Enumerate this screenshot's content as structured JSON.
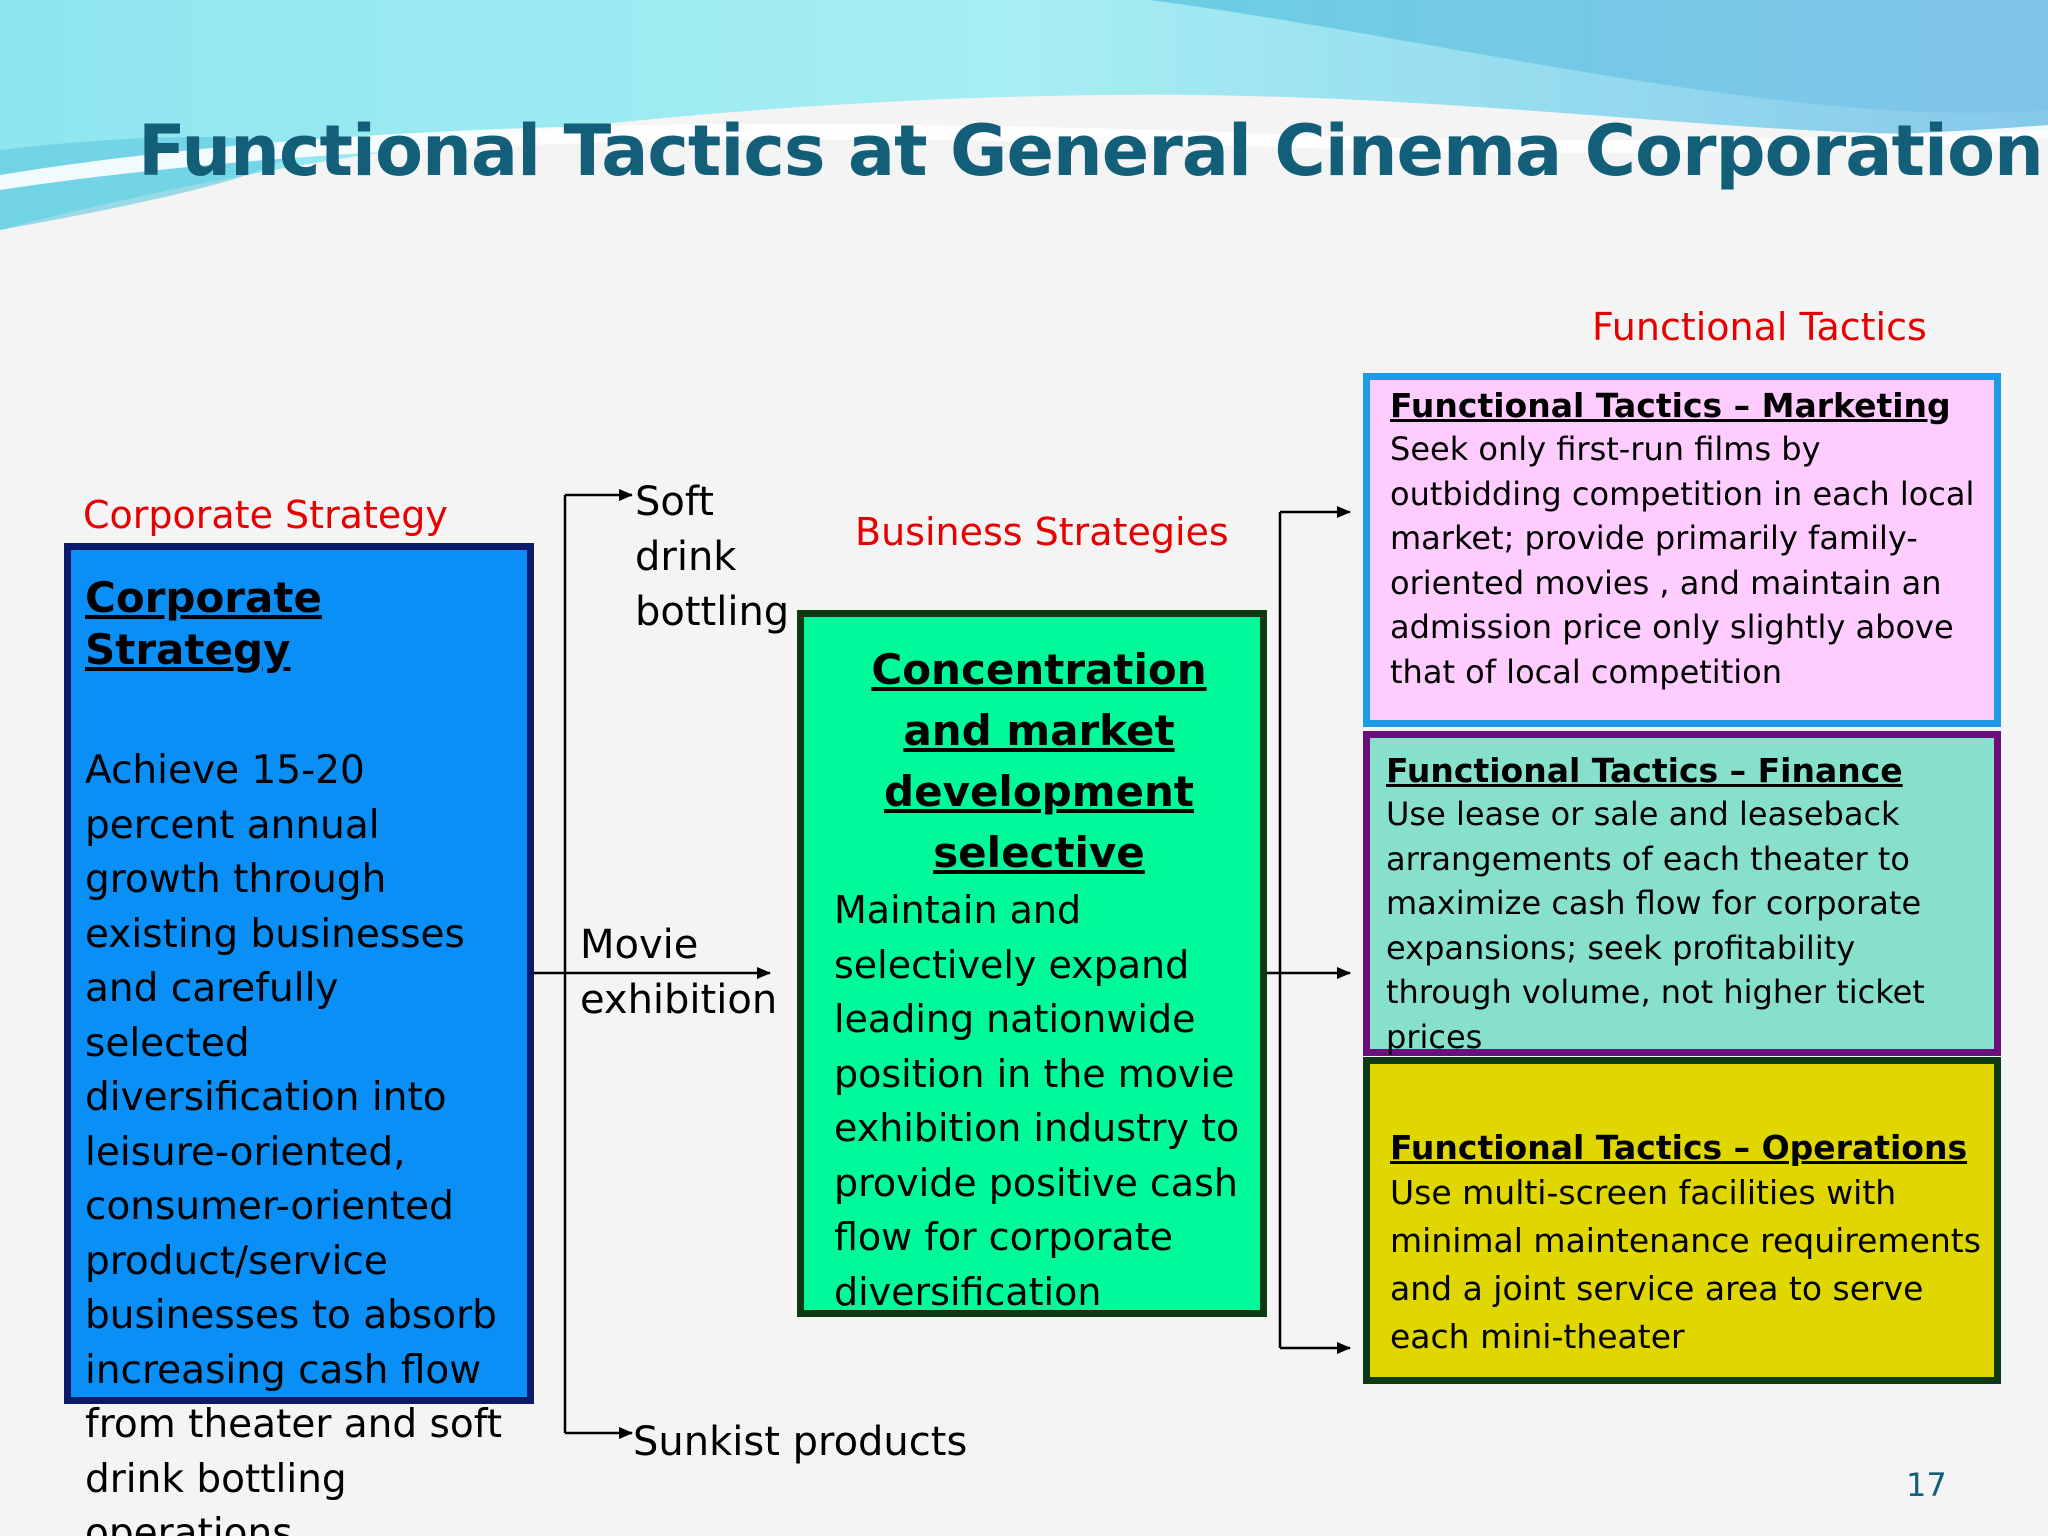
{
  "title": "Functional Tactics at General Cinema Corporation",
  "labels": {
    "corporate": "Corporate Strategy",
    "business": "Business Strategies",
    "functional": "Functional Tactics"
  },
  "corporate_box": {
    "heading": "Corporate Strategy",
    "body": "Achieve 15-20 percent annual growth through existing businesses and carefully selected diversification into leisure-oriented, consumer-oriented product/service businesses to absorb increasing cash flow from theater and soft drink bottling operations"
  },
  "branches": {
    "soft_drink": "Soft drink bottling",
    "movie": "Movie exhibition",
    "sunkist": "Sunkist products"
  },
  "business_box": {
    "heading": "Concentration and market development selective",
    "body": "Maintain and selectively expand leading nationwide position in the movie exhibition industry to provide positive cash flow for corporate diversification"
  },
  "marketing": {
    "heading": "Functional Tactics – Marketing",
    "body": "Seek only first-run films by outbidding competition in each local market; provide primarily family-oriented movies , and maintain an admission price only slightly above that of local competition"
  },
  "finance": {
    "heading": "Functional Tactics – Finance",
    "body": "Use lease or sale and leaseback arrangements of each theater to maximize cash flow for corporate expansions; seek profitability through volume, not higher ticket prices"
  },
  "operations": {
    "heading": "Functional Tactics – Operations",
    "body": "Use multi-screen facilities with minimal maintenance requirements and a joint service area to serve each mini-theater"
  },
  "page_number": "17",
  "colors": {
    "title": "#135e78",
    "label_red": "#e60000",
    "corp_fill": "#0a8ff7",
    "business_fill": "#00fa9a",
    "marketing_fill": "#ffccff",
    "finance_fill": "#86e0cc",
    "operations_fill": "#e0d600"
  }
}
